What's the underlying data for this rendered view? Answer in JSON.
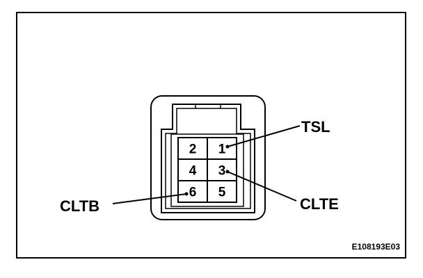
{
  "connector": {
    "pins": [
      {
        "row": 0,
        "col": 0,
        "number": "2"
      },
      {
        "row": 0,
        "col": 1,
        "number": "1"
      },
      {
        "row": 1,
        "col": 0,
        "number": "4"
      },
      {
        "row": 1,
        "col": 1,
        "number": "3"
      },
      {
        "row": 2,
        "col": 0,
        "number": "6"
      },
      {
        "row": 2,
        "col": 1,
        "number": "5"
      }
    ]
  },
  "callouts": {
    "tsl": "TSL",
    "clte": "CLTE",
    "cltb": "CLTB"
  },
  "figure_code": "E108193E03"
}
